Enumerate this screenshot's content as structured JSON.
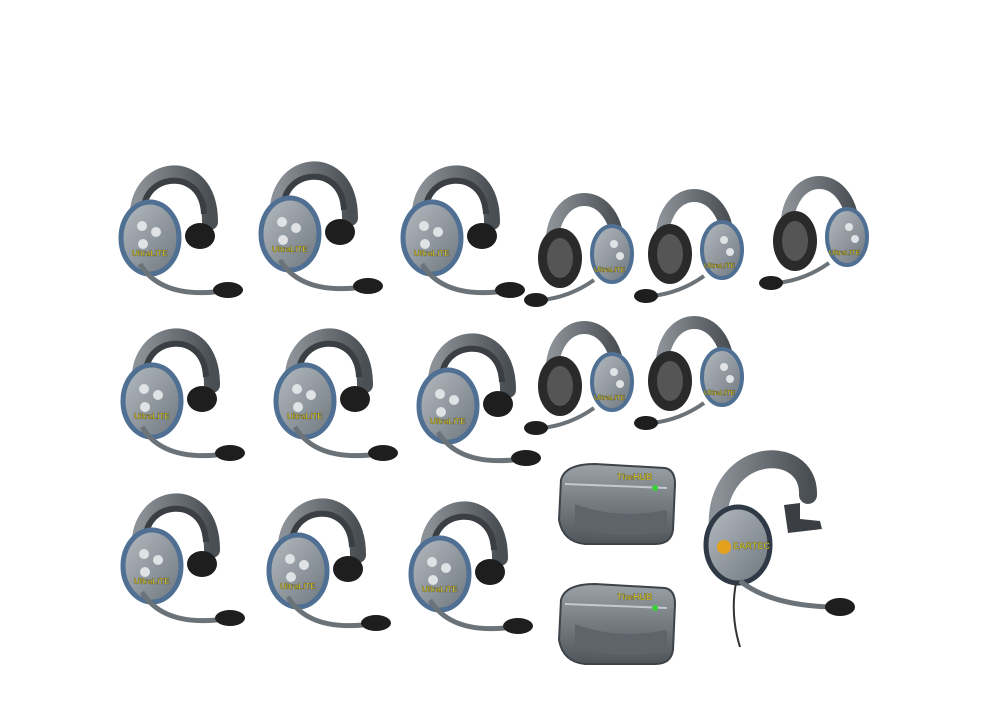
{
  "image": {
    "background": "#ffffff",
    "products": {
      "single_ear_headsets": 9,
      "double_ear_headsets": 5,
      "hubs": 2,
      "max_headsets": 1
    },
    "logo_texts": {
      "headset": "UltraLITE",
      "hub": "TheHUB",
      "max": "EARTEC"
    },
    "colors": {
      "headband": "#5a5f64",
      "cup": "#8d959c",
      "rim": "#4f6f93",
      "foam": "#1e1e1e",
      "logo": "#e4d21c"
    }
  }
}
